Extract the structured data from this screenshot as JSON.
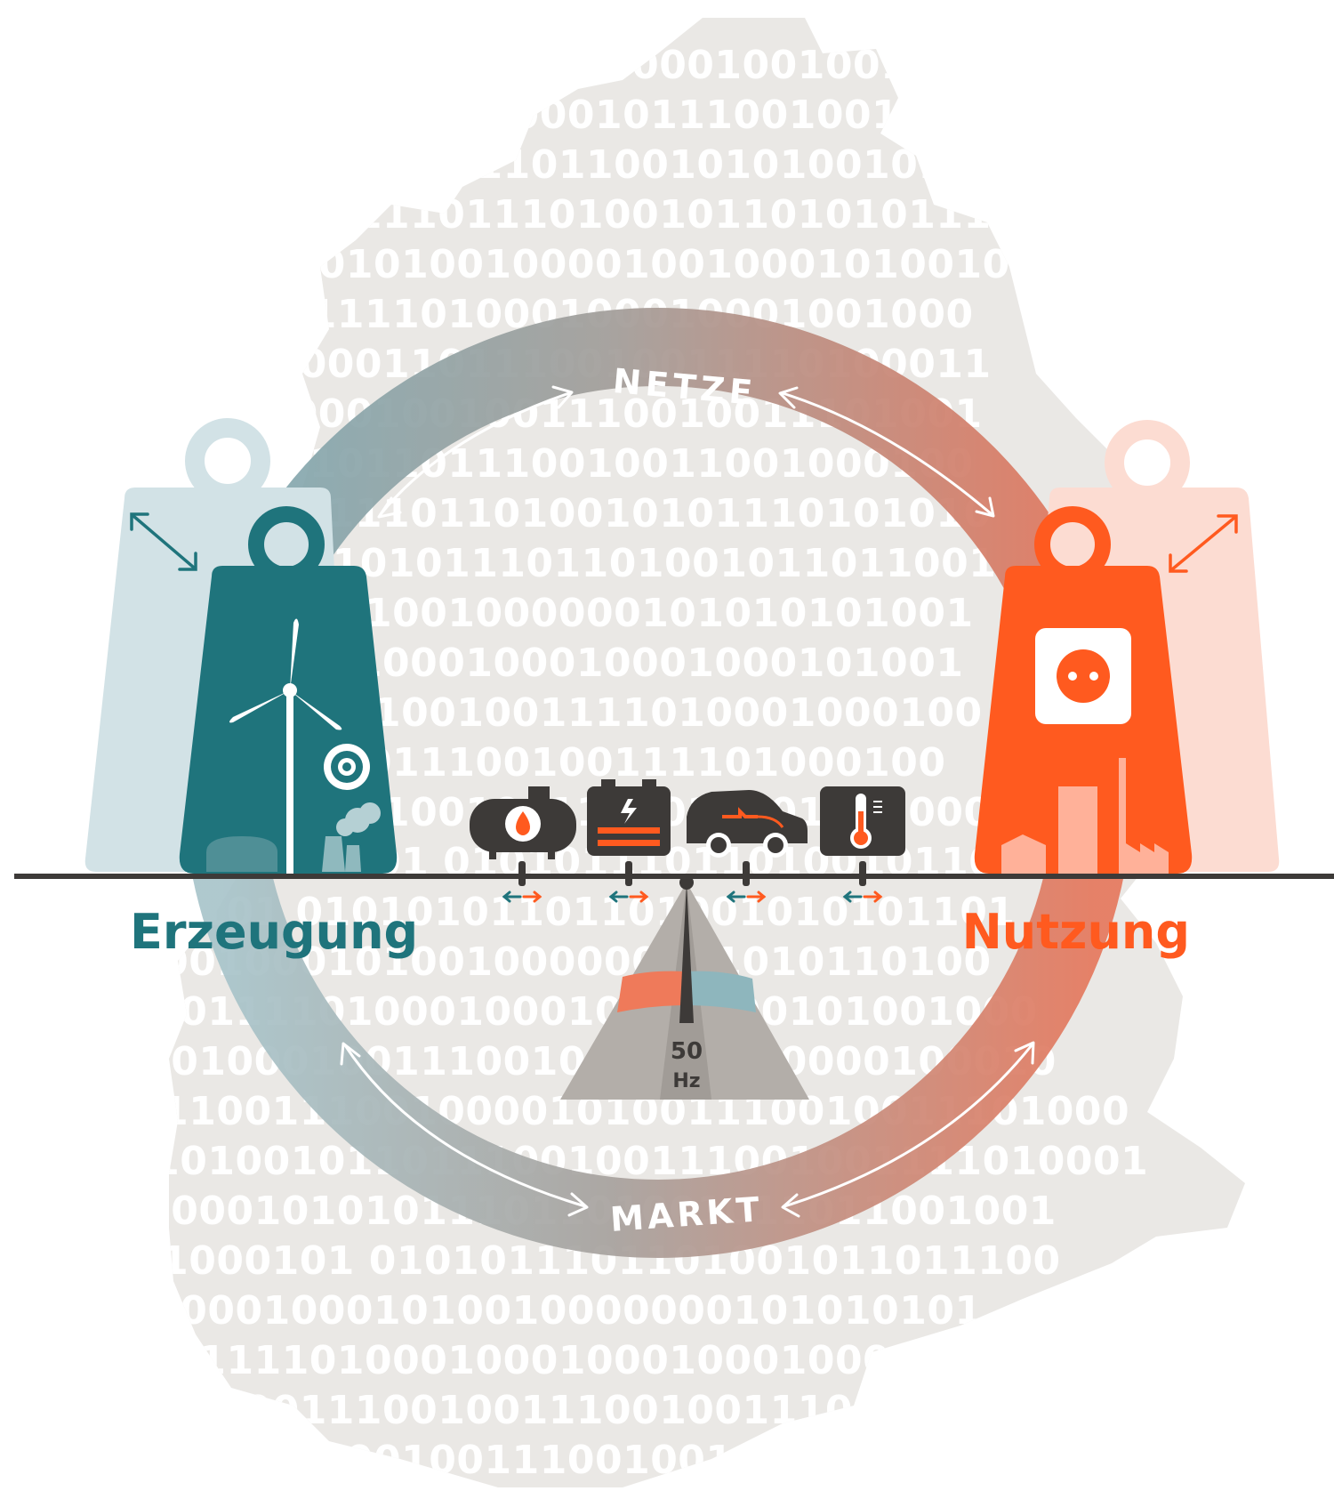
{
  "labels": {
    "netze": "NETZE",
    "markt": "MARKT",
    "erzeugung": "Erzeugung",
    "nutzung": "Nutzung",
    "frequency_value": "50",
    "frequency_unit": "Hz"
  },
  "binary_lines": [
    "0001000111010010100001001001",
    "1110111001011000010111001001",
    "1001010000101110110010101001010",
    "0101010111101110100101101010111",
    "01001000101001000010010001010010",
    "1100100111101000100010001001000",
    "0110010001101110010011110100011",
    "1100110001001001110010011101001",
    "0110100101101110010011001000100",
    "0001010111011010010101110101010",
    "000101 0101011101101001011011001",
    "0001000101001000000101010101001",
    "000111101000100010001000101001",
    "0000100111001001111010001000100",
    "100100010011100100111101000100",
    "00001001110010011110100010010001",
    "01001000101 0101011101101001011011",
    "000101 01010101101101001010101101",
    "0001000101001000000101010110100",
    "100111101000100010001000101001000",
    "1001000100111001001111010000100010",
    "111001110010000101001110010011101000",
    "1101001011011100100111001001111010001",
    "0000010101011101101001011011001001",
    "01000101 0101011101101001011011100",
    "0100010001010010000000101010101",
    "10011110100010001000100010001",
    "000100111001001110010011101",
    "00010001001001110010011"
  ],
  "colors": {
    "teal": "#1f747c",
    "teal_light": "#d2e2e6",
    "orange": "#ff5a1f",
    "orange_light": "#fcdcd2",
    "dark": "#3d3a38",
    "map": "#eae8e5"
  },
  "icons": [
    "wind-turbine-icon",
    "solar-panel-icon",
    "fan-icon",
    "power-plant-icon",
    "gas-tank-icon",
    "battery-icon",
    "electric-car-icon",
    "thermometer-icon",
    "socket-icon",
    "factory-icon"
  ]
}
